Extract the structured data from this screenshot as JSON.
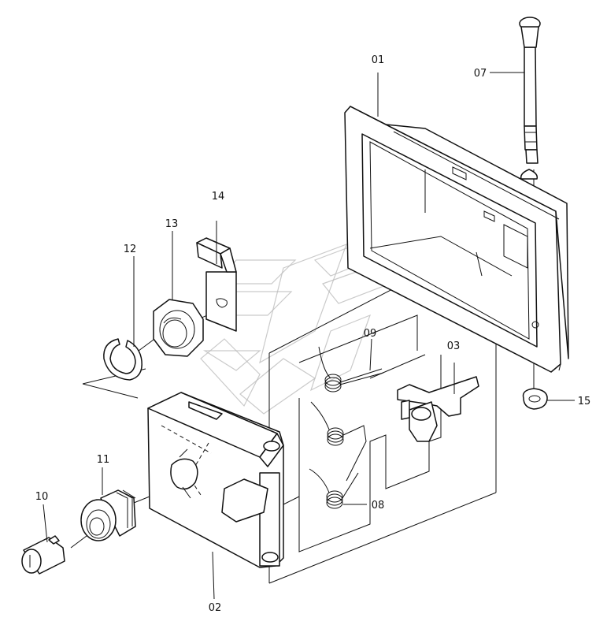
{
  "parts": [
    {
      "id": "p01",
      "label": "01"
    },
    {
      "id": "p02",
      "label": "02"
    },
    {
      "id": "p03",
      "label": "03"
    },
    {
      "id": "p07",
      "label": "07"
    },
    {
      "id": "p08",
      "label": "08"
    },
    {
      "id": "p09",
      "label": "09"
    },
    {
      "id": "p10",
      "label": "10"
    },
    {
      "id": "p11",
      "label": "11"
    },
    {
      "id": "p12",
      "label": "12"
    },
    {
      "id": "p13",
      "label": "13"
    },
    {
      "id": "p14",
      "label": "14"
    },
    {
      "id": "p15",
      "label": "15"
    }
  ],
  "colors": {
    "line": "#111111",
    "background": "#ffffff",
    "watermark": "#b8b8b8"
  }
}
